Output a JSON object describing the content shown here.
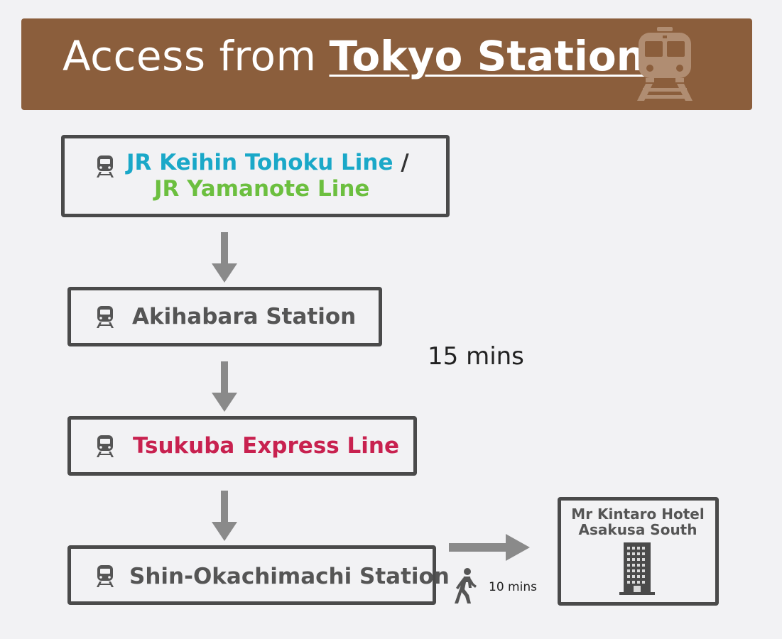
{
  "header": {
    "title_prefix": "Access from",
    "title_emphasis": "Tokyo Station",
    "icon": "train-icon",
    "background_color": "#8b5e3c"
  },
  "steps": [
    {
      "icon": "train-icon",
      "line1": "JR Keihin Tohoku Line",
      "line1_color": "#1aa8c8",
      "separator": " /",
      "line2": "JR Yamanote Line",
      "line2_color": "#6cbf3f"
    },
    {
      "icon": "train-icon",
      "label": "Akihabara Station",
      "color": "#555555"
    },
    {
      "icon": "train-icon",
      "label": "Tsukuba Express Line",
      "color": "#c8214f"
    },
    {
      "icon": "train-icon",
      "label": "Shin-Okachimachi Station",
      "color": "#555555"
    }
  ],
  "train_duration": "15 mins",
  "walk": {
    "icon": "walking-person-icon",
    "duration": "10 mins"
  },
  "destination": {
    "line1": "Mr Kintaro Hotel",
    "line2": "Asakusa South",
    "icon": "building-icon"
  }
}
